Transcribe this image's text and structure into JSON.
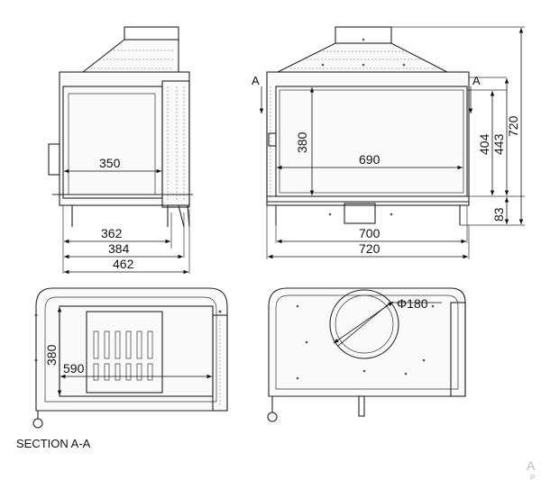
{
  "labels": {
    "section_title": "SECTION A-A",
    "section_marker_left": "A",
    "section_marker_right": "A",
    "watermark": "A",
    "watermark_sub": "P"
  },
  "dimensions": {
    "side_inner_width": "350",
    "side_width_362": "362",
    "side_width_384": "384",
    "side_width_462": "462",
    "front_opening_height": "380",
    "front_opening_width": "690",
    "front_width_700": "700",
    "front_width_720": "720",
    "front_height_404": "404",
    "front_height_443": "443",
    "front_height_720": "720",
    "front_base_83": "83",
    "section_depth_380": "380",
    "section_width_590": "590",
    "flue_diameter": "Φ180"
  }
}
